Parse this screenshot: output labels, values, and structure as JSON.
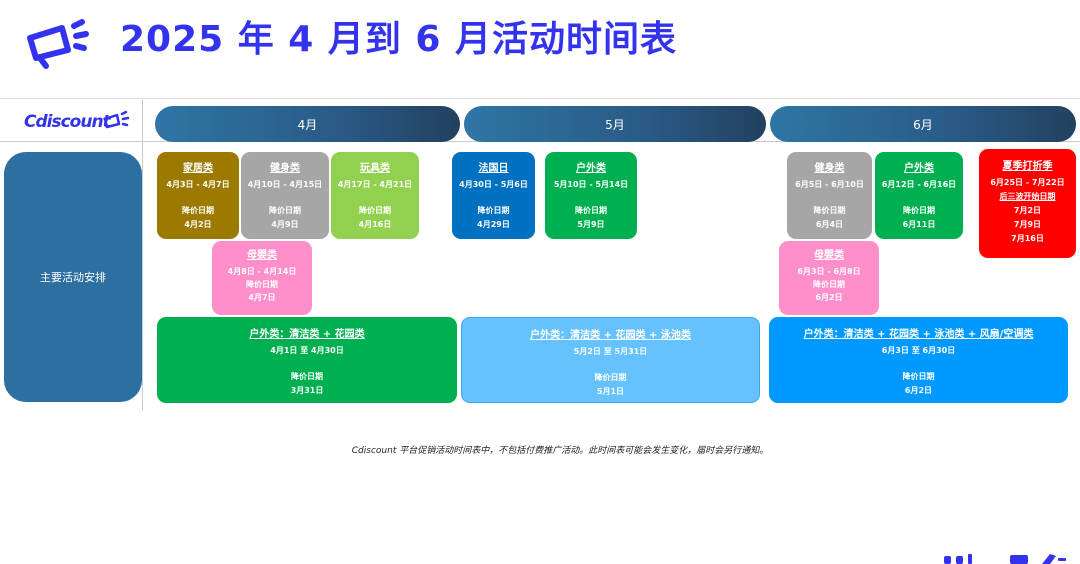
{
  "title": "2025 年 4 月到 6 月活动时间表",
  "logo_text": "Cdiscount",
  "months": [
    "4月",
    "5月",
    "6月"
  ],
  "row_label": "主要活动安排",
  "events": [
    {
      "title": "家居类",
      "dates": "4月3日 - 4月7日",
      "note": "降价日期",
      "note_date": "4月2日"
    },
    {
      "title": "健身类",
      "dates": "4月10日 - 4月15日",
      "note": "降价日期",
      "note_date": "4月9日"
    },
    {
      "title": "玩具类",
      "dates": "4月17日 - 4月21日",
      "note": "降价日期",
      "note_date": "4月16日"
    },
    {
      "title": "母婴类",
      "dates": "4月8日 - 4月14日",
      "note": "降价日期",
      "note_date": "4月7日"
    },
    {
      "title": "法国日",
      "dates": "4月30日 - 5月6日",
      "note": "降价日期",
      "note_date": "4月29日"
    },
    {
      "title": "户外类",
      "dates": "5月10日 - 5月14日",
      "note": "降价日期",
      "note_date": "5月9日"
    },
    {
      "title": "健身类",
      "dates": "6月5日 - 6月10日",
      "note": "降价日期",
      "note_date": "6月4日"
    },
    {
      "title": "户外类",
      "dates": "6月12日 - 6月16日",
      "note": "降价日期",
      "note_date": "6月11日"
    },
    {
      "title": "母婴类",
      "dates": "6月3日 - 6月8日",
      "note": "降价日期",
      "note_date": "6月2日"
    }
  ],
  "summer_sale": {
    "title": "夏季打折季",
    "dates": "6月25日 - 7月22日",
    "subtitle": "后三波开始日期",
    "wave_dates": [
      "7月2日",
      "7月9日",
      "7月16日"
    ]
  },
  "wide_events": [
    {
      "title": "户外类：清洁类 + 花园类",
      "dates": "4月1日 至 4月30日",
      "note": "降价日期",
      "note_date": "3月31日"
    },
    {
      "title": "户外类：清洁类 + 花园类 + 泳池类",
      "dates": "5月2日 至 5月31日",
      "note": "降价日期",
      "note_date": "5月1日"
    },
    {
      "title": "户外类：清洁类 + 花园类 + 泳池类 + 风扇/空调类",
      "dates": "6月3日 至 6月30日",
      "note": "降价日期",
      "note_date": "6月2日"
    }
  ],
  "footnote": "Cdiscount 平台促销活动时间表中，不包括付费推广活动。此时间表可能会发生变化，届时会另行通知。",
  "colors": {
    "title": "#3333ee",
    "month_bar": "#2a5a86",
    "row_label": "#2d6fa0",
    "home": "#9c7a00",
    "fitness": "#a6a6a6",
    "toys": "#92d050",
    "baby": "#ff8fca",
    "france_day": "#0070c0",
    "outdoor": "#00b050",
    "summer_sale": "#ff0000",
    "wide_april": "#00b050",
    "wide_may": "#66c2ff",
    "wide_june": "#0099ff"
  }
}
